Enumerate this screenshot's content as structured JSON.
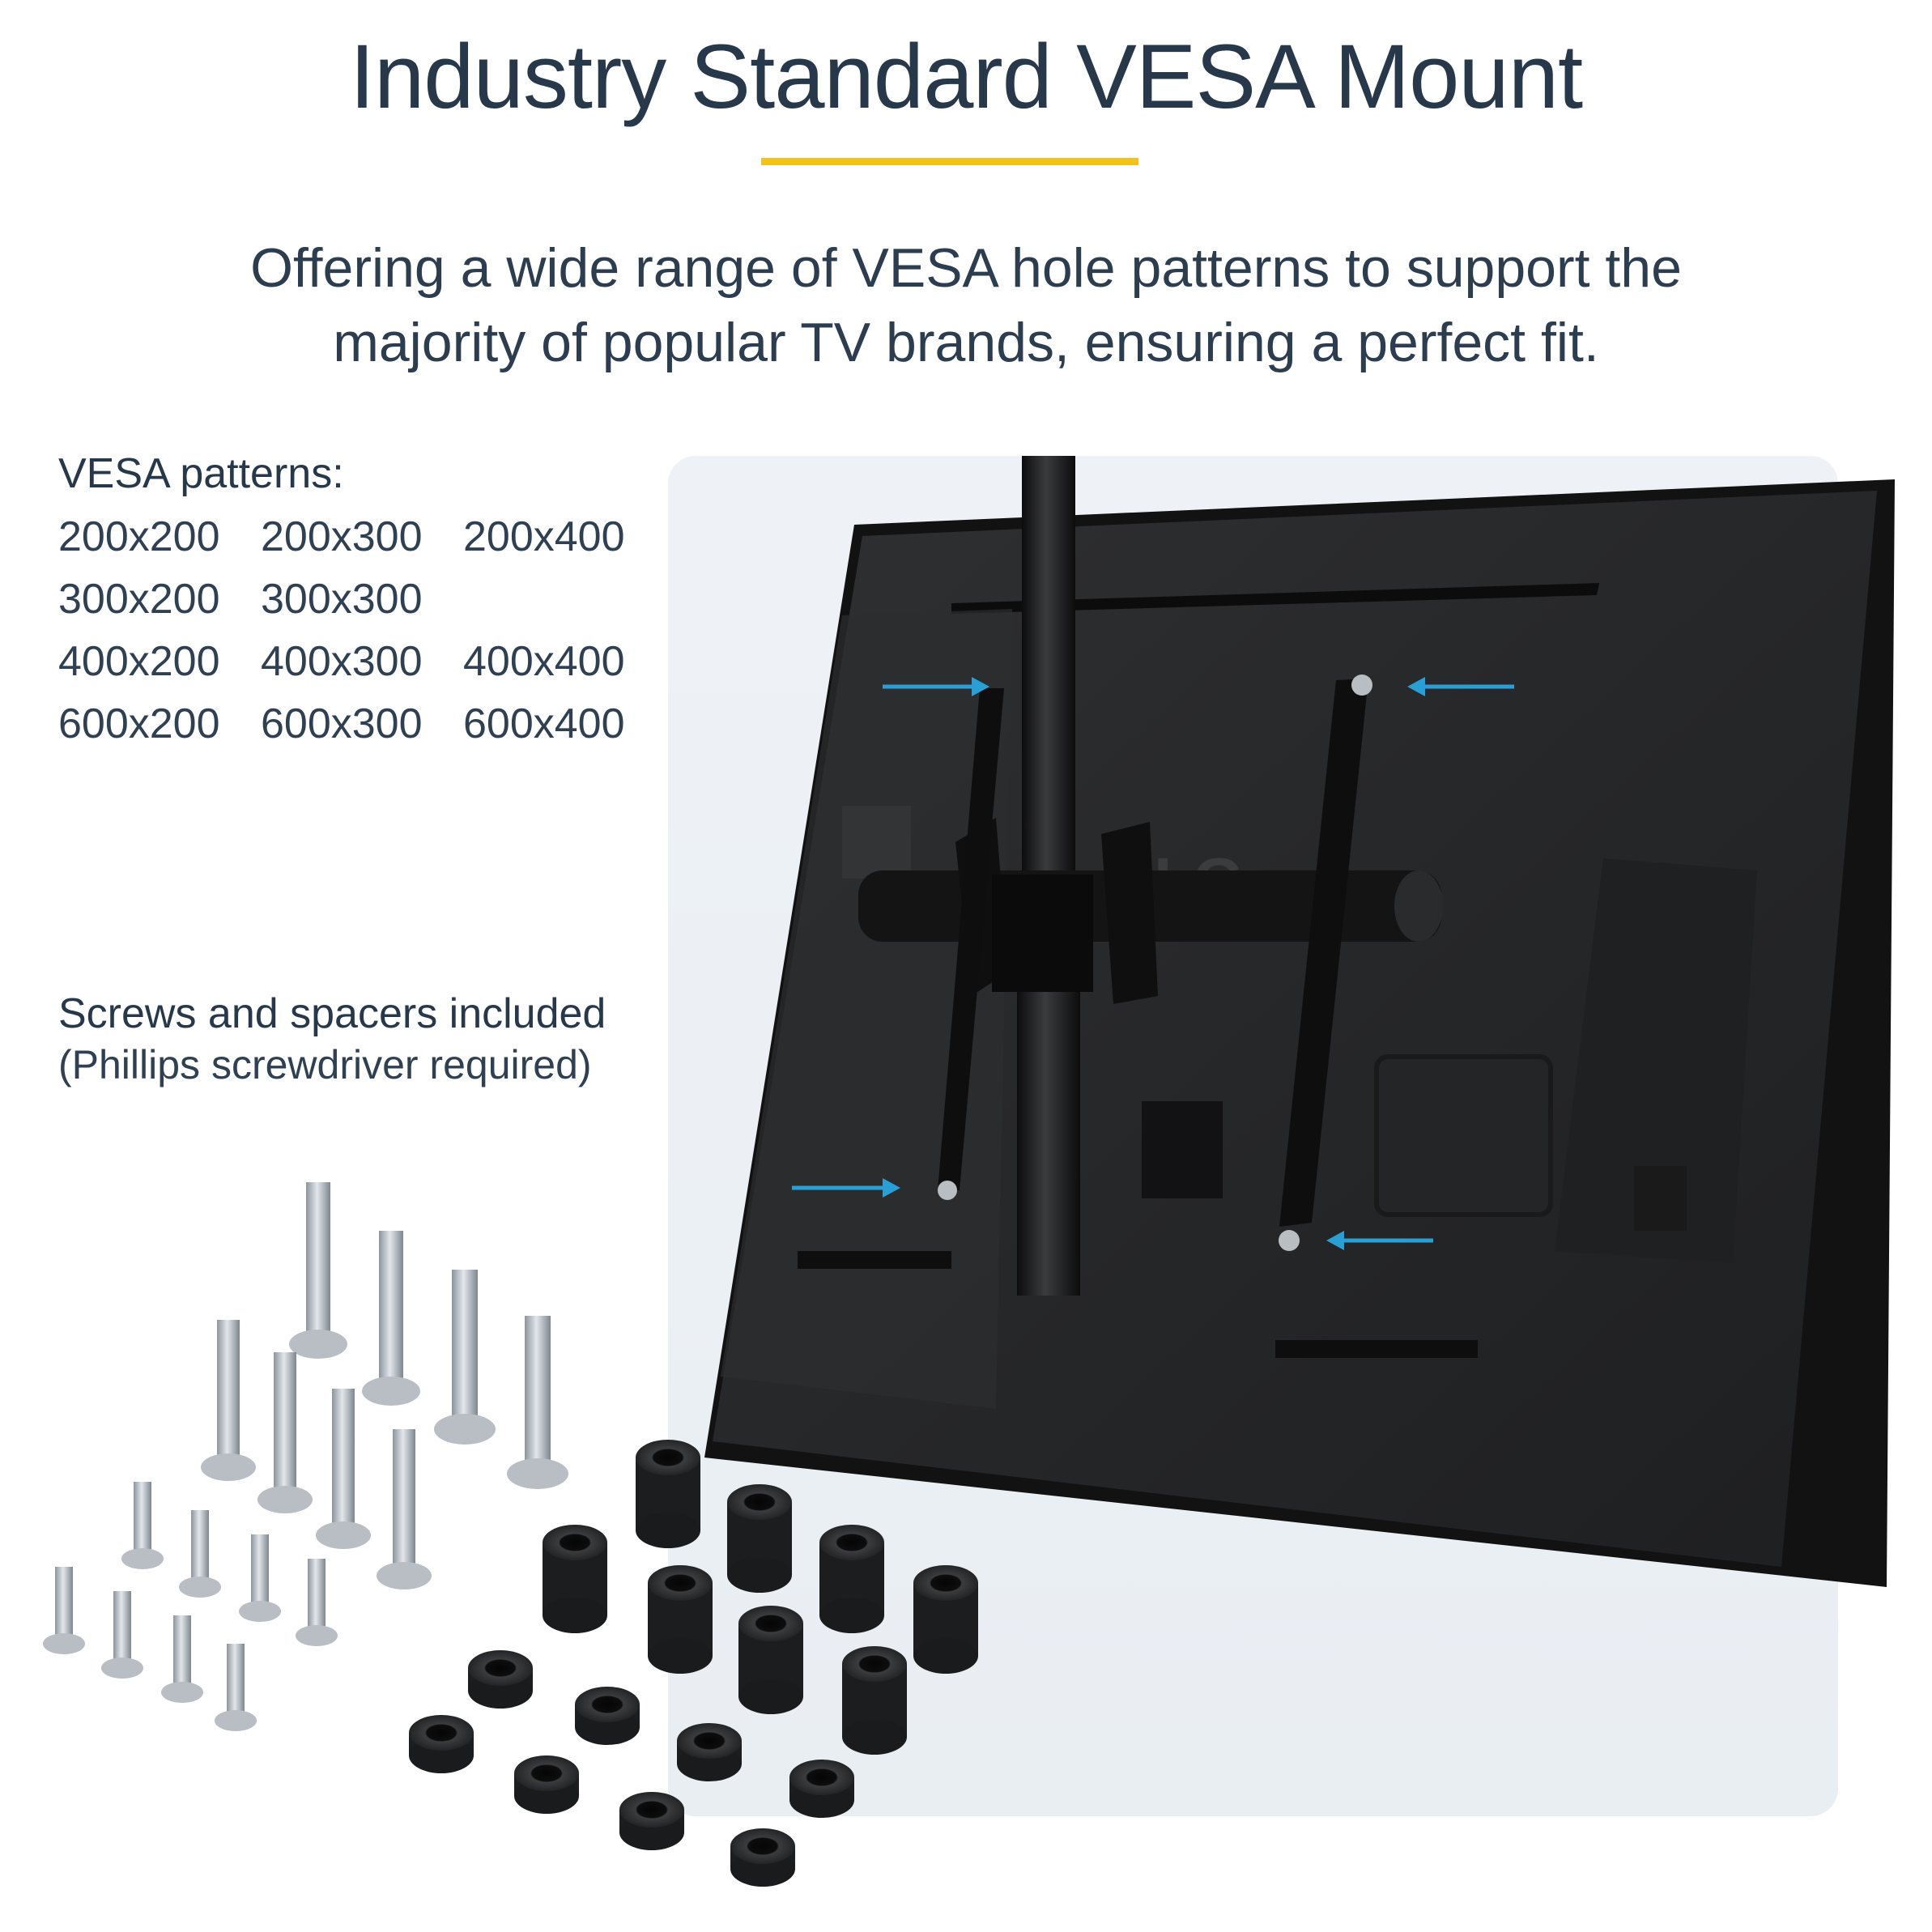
{
  "headline": "Industry Standard VESA Mount",
  "subhead": {
    "line1": "Offering a wide range of VESA hole patterns to support the",
    "line2": "majority of popular TV brands, ensuring a perfect fit."
  },
  "vesa": {
    "title": "VESA patterns:",
    "patterns": [
      "200x200",
      "200x300",
      "200x400",
      "300x200",
      "300x300",
      "",
      "400x200",
      "400x300",
      "400x400",
      "600x200",
      "600x300",
      "600x400"
    ]
  },
  "hardware": {
    "title": "Screws and spacers included",
    "note": "(Phillips screwdriver required)"
  },
  "tv": {
    "logo": "LG",
    "arrow_color": "#2a9fd6"
  },
  "colors": {
    "accent": "#f4c21c",
    "text": "#27384a",
    "panel": "#eef2f6"
  }
}
